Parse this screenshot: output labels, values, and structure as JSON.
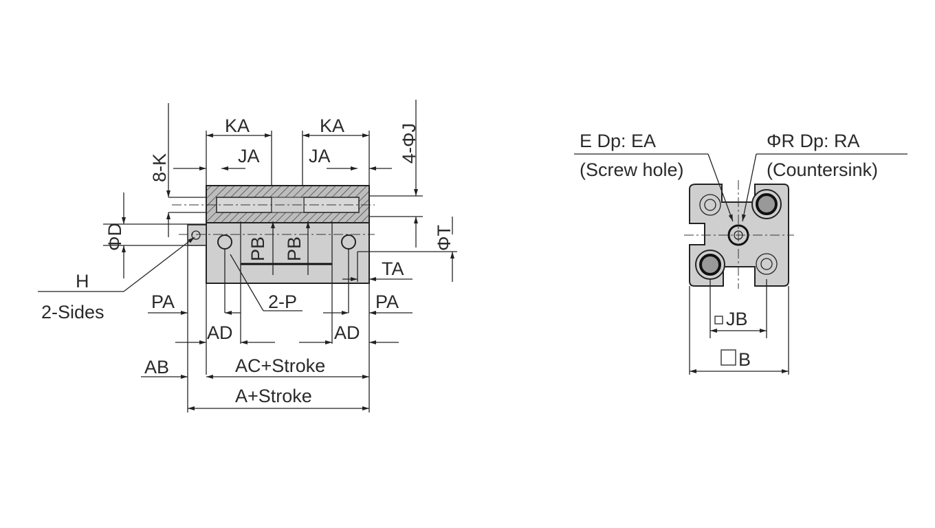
{
  "side_view": {
    "ka_left": "KA",
    "ka_right": "KA",
    "ja_left": "JA",
    "ja_right": "JA",
    "k_holes": "8-K",
    "j_holes": "4-ΦJ",
    "phi_d": "ΦD",
    "phi_t": "ΦT",
    "h": "H",
    "two_sides": "2-Sides",
    "pa_left": "PA",
    "pa_right": "PA",
    "two_p": "2-P",
    "ta": "TA",
    "pb_left": "PB",
    "pb_right": "PB",
    "ad_left": "AD",
    "ad_right": "AD",
    "ab": "AB",
    "ac_stroke": "AC+Stroke",
    "a_stroke": "A+Stroke"
  },
  "end_view": {
    "e_depth": "E Dp: EA",
    "screw_hole": "(Screw hole)",
    "r_depth": "ΦR Dp: RA",
    "countersink": "(Countersink)",
    "jb": "JB",
    "b": "B"
  }
}
